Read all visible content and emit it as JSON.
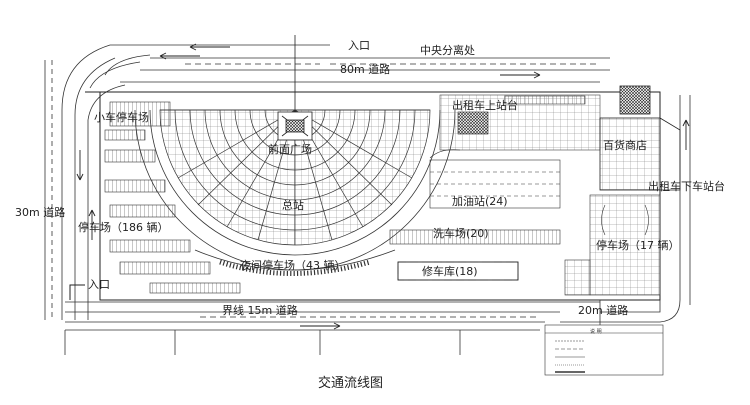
{
  "labels": {
    "entrance_top": "入口",
    "central_divider": "中央分离处",
    "road_80m": "80m 道路",
    "small_car_park": "小车停车场",
    "front_plaza": "前面广场",
    "taxi_pickup": "出租车上站台",
    "dept_store": "百货商店",
    "taxi_dropoff": "出租车下车站台",
    "road_30m": "30m 道路",
    "parking_186": "停车场（186 辆）",
    "main_station": "总站",
    "gas_station": "加油站(24)",
    "car_wash": "洗车场(20)",
    "parking_17": "停车场（17 辆）",
    "night_parking": "夜间停车场（43 辆）",
    "repair_garage": "修车库(18)",
    "entrance_bottom": "入口",
    "boundary_road": "界线   15m 道路",
    "road_20m": "20m 道路"
  },
  "legend": {
    "title": "说  明",
    "items": [
      "",
      "",
      "",
      "",
      ""
    ]
  },
  "caption": "交通流线图"
}
